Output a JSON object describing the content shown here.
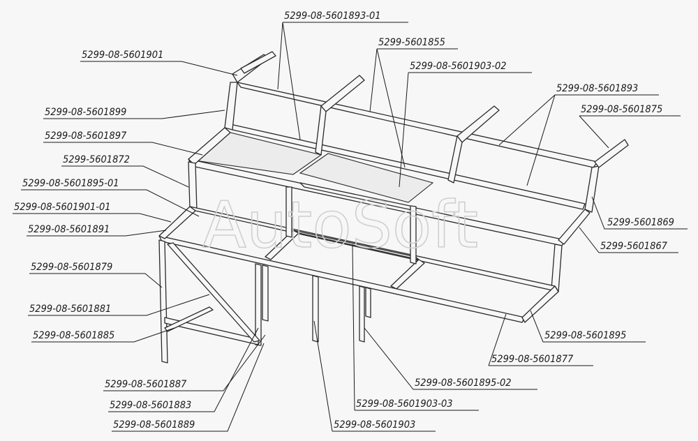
{
  "watermark": "AutoSoft",
  "callouts": [
    "5299-08-5601893-01",
    "5299-5601855",
    "5299-08-5601903-02",
    "5299-08-5601901",
    "5299-08-5601893",
    "5299-08-5601875",
    "5299-08-5601899",
    "5299-08-5601897",
    "5299-5601872",
    "5299-08-5601895-01",
    "5299-08-5601901-01",
    "5299-08-5601891",
    "5299-5601869",
    "5299-5601867",
    "5299-08-5601879",
    "5299-08-5601881",
    "5299-08-5601885",
    "5299-08-5601895",
    "5299-08-5601877",
    "5299-08-5601887",
    "5299-08-5601895-02",
    "5299-08-5601883",
    "5299-08-5601903-03",
    "5299-08-5601889",
    "5299-08-5601903"
  ]
}
